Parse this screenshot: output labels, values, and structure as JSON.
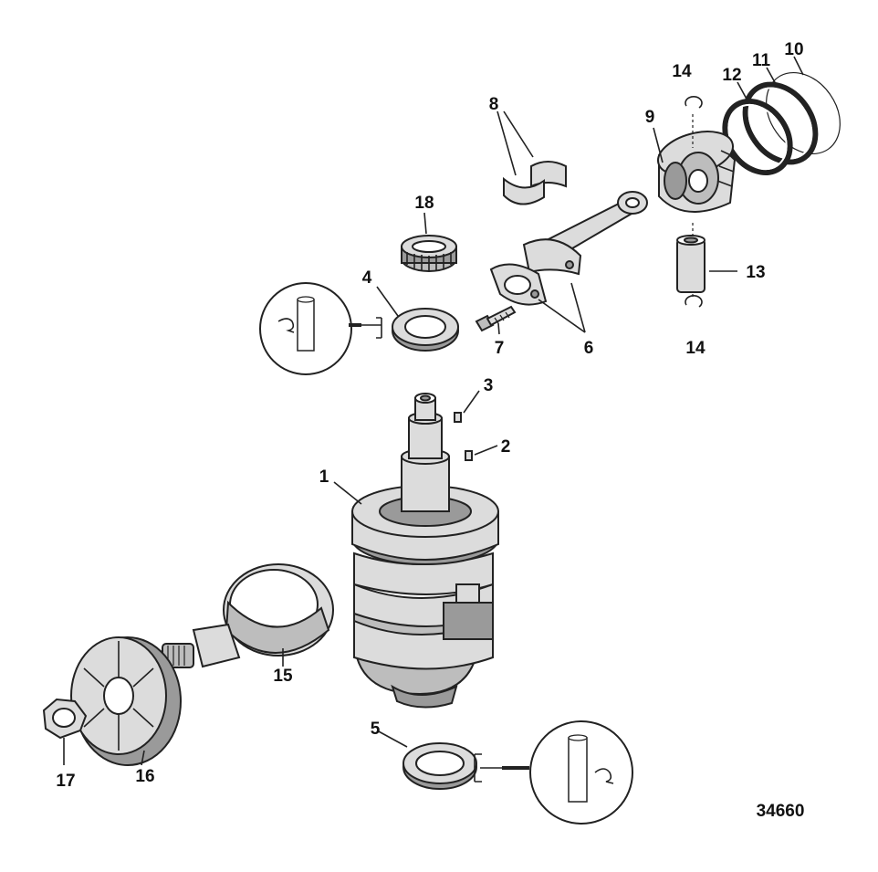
{
  "figure_number": "34660",
  "callouts": [
    "1",
    "2",
    "3",
    "4",
    "5",
    "6",
    "7",
    "8",
    "9",
    "10",
    "11",
    "12",
    "13",
    "14",
    "14",
    "15",
    "16",
    "17",
    "18"
  ]
}
